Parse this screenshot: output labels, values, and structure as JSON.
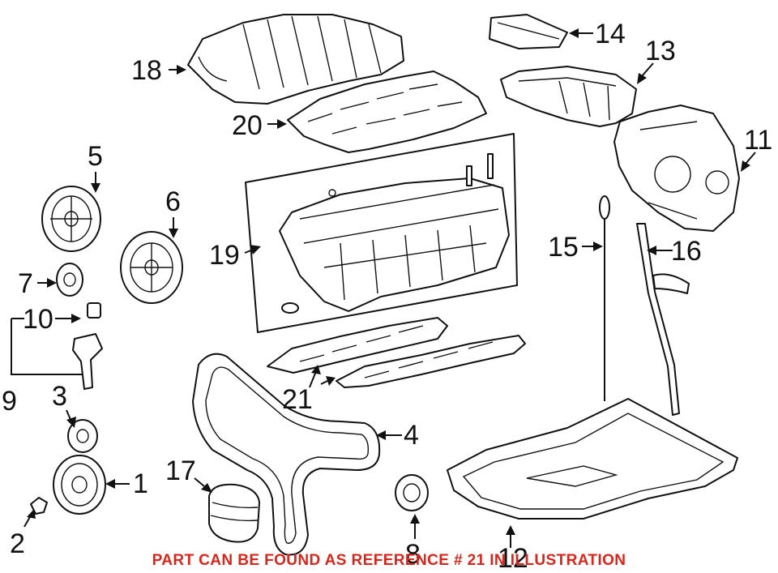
{
  "callouts": {
    "c1": "1",
    "c2": "2",
    "c3": "3",
    "c4": "4",
    "c5": "5",
    "c6": "6",
    "c7": "7",
    "c8": "8",
    "c9": "9",
    "c10": "10",
    "c11": "11",
    "c12": "12",
    "c13": "13",
    "c14": "14",
    "c15": "15",
    "c16": "16",
    "c17": "17",
    "c18": "18",
    "c19": "19",
    "c20": "20",
    "c21": "21"
  },
  "footer_note": "PART CAN BE FOUND AS REFERENCE # 21 IN ILLUSTRATION",
  "colors": {
    "note": "#d9261c",
    "line": "#111111"
  }
}
